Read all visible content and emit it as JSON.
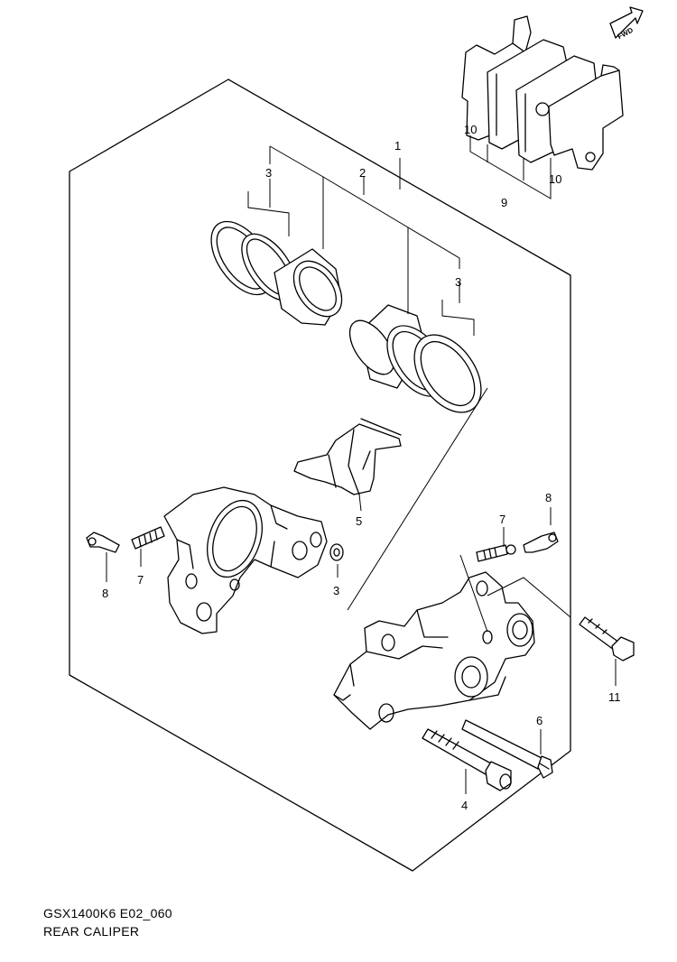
{
  "diagram": {
    "model_code": "GSX1400K6 E02_060",
    "title": "REAR CALIPER",
    "fwd_label": "FWD",
    "callouts": {
      "c1": "1",
      "c2": "2",
      "c3a": "3",
      "c3b": "3",
      "c3c": "3",
      "c4": "4",
      "c5": "5",
      "c6": "6",
      "c7a": "7",
      "c7b": "7",
      "c8a": "8",
      "c8b": "8",
      "c9": "9",
      "c10a": "10",
      "c10b": "10",
      "c11": "11"
    }
  }
}
